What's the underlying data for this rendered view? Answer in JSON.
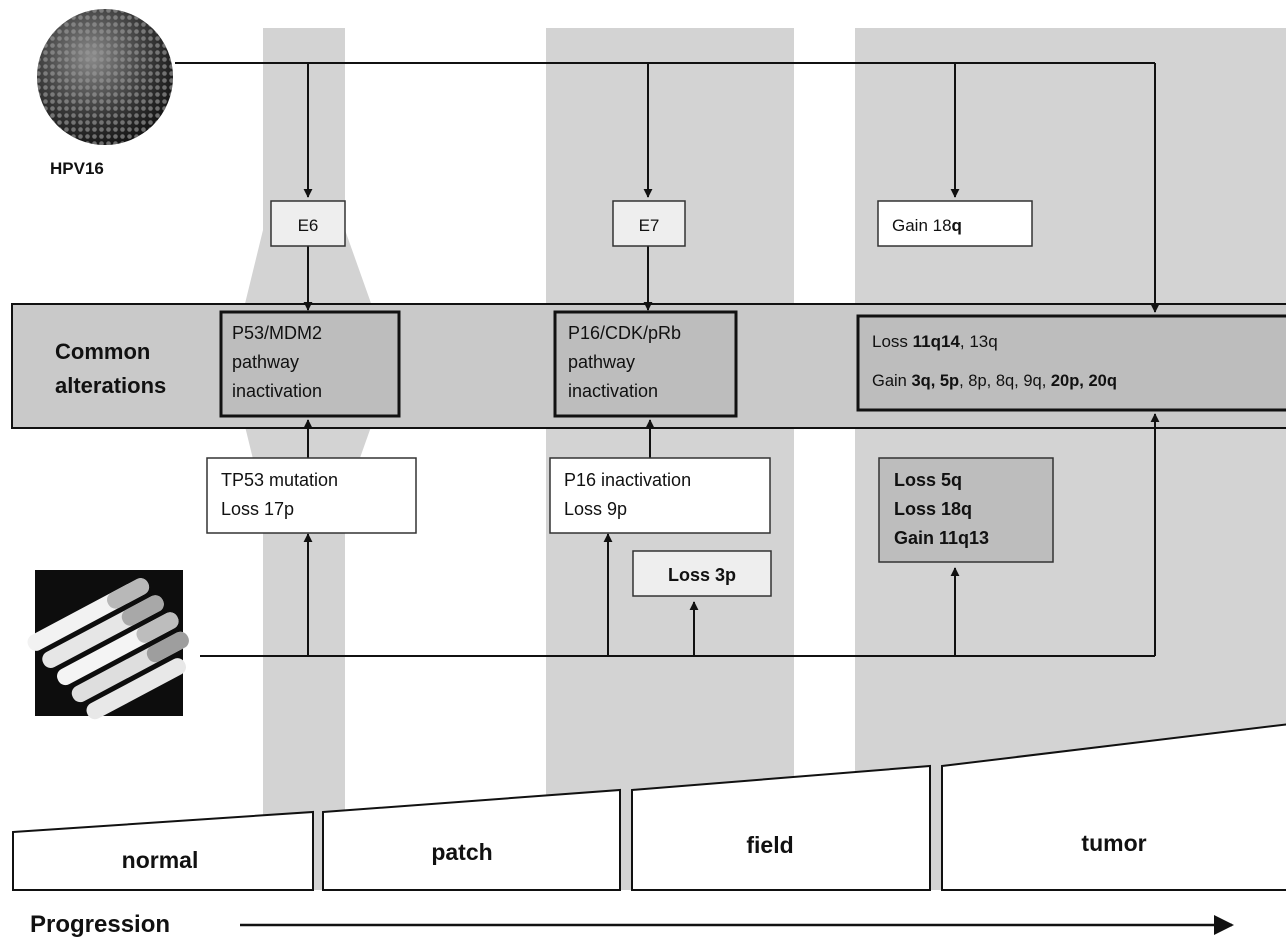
{
  "virus_label": "HPV16",
  "row_label": {
    "line1": "Common",
    "line2": "alterations"
  },
  "hpv_boxes": {
    "e6": "E6",
    "e7": "E7",
    "gain18q": {
      "prefix": "Gain 18",
      "bold": "q"
    }
  },
  "pathways": {
    "p53": [
      "P53/MDM2",
      "pathway",
      "inactivation"
    ],
    "p16": [
      "P16/CDK/pRb",
      "pathway",
      "inactivation"
    ],
    "common": {
      "line1": {
        "a": "Loss ",
        "b": "11q14",
        "c": ", 13q"
      },
      "line2": {
        "a": "Gain ",
        "b": "3q, 5p",
        "c": ", 8p, 8q, 9q, ",
        "d": "20p, 20q"
      }
    }
  },
  "tobacco_boxes": {
    "tp53": [
      "TP53 mutation",
      "Loss 17p"
    ],
    "p16": [
      "P16 inactivation",
      "Loss 9p"
    ],
    "loss3p": "Loss 3p",
    "tumor": [
      "Loss 5q",
      "Loss 18q",
      "Gain 11q13"
    ]
  },
  "stages": [
    "normal",
    "patch",
    "field",
    "tumor"
  ],
  "progression_label": "Progression"
}
